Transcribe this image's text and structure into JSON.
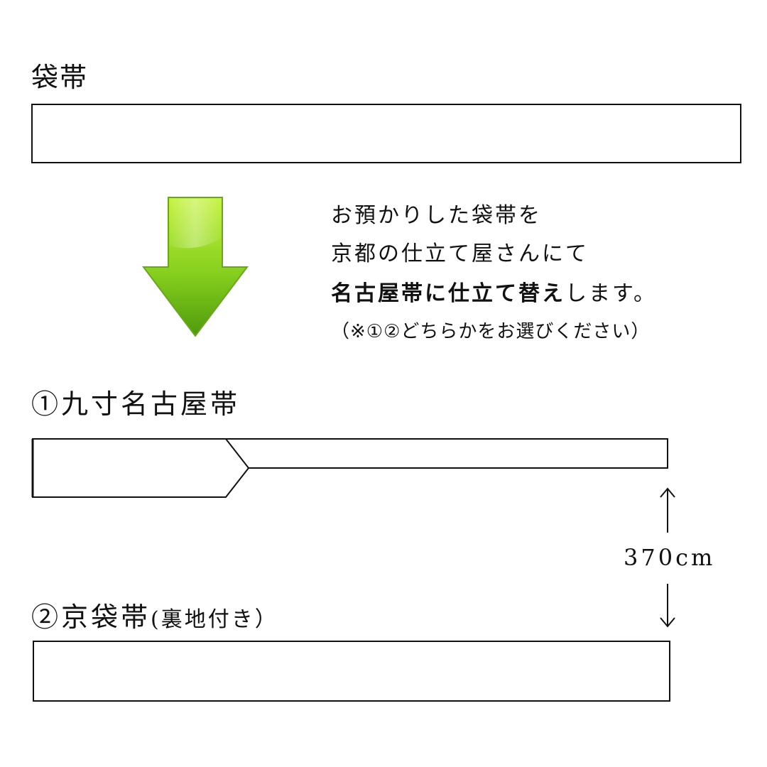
{
  "header": {
    "title": "袋帯"
  },
  "description": {
    "line1": "お預かりした袋帯を",
    "line2": "京都の仕立て屋さんにて",
    "line3_bold": "名古屋帯に仕立て替え",
    "line3_rest": "します。",
    "note": "（※①②どちらかをお選びください）"
  },
  "option1": {
    "title": "①九寸名古屋帯"
  },
  "option2": {
    "title": "②京袋帯",
    "suffix": "(裏地付き）"
  },
  "dimension": {
    "label": "370cm"
  },
  "colors": {
    "arrow_light": "#b8ec2a",
    "arrow_dark": "#5fae12",
    "line": "#111111"
  }
}
